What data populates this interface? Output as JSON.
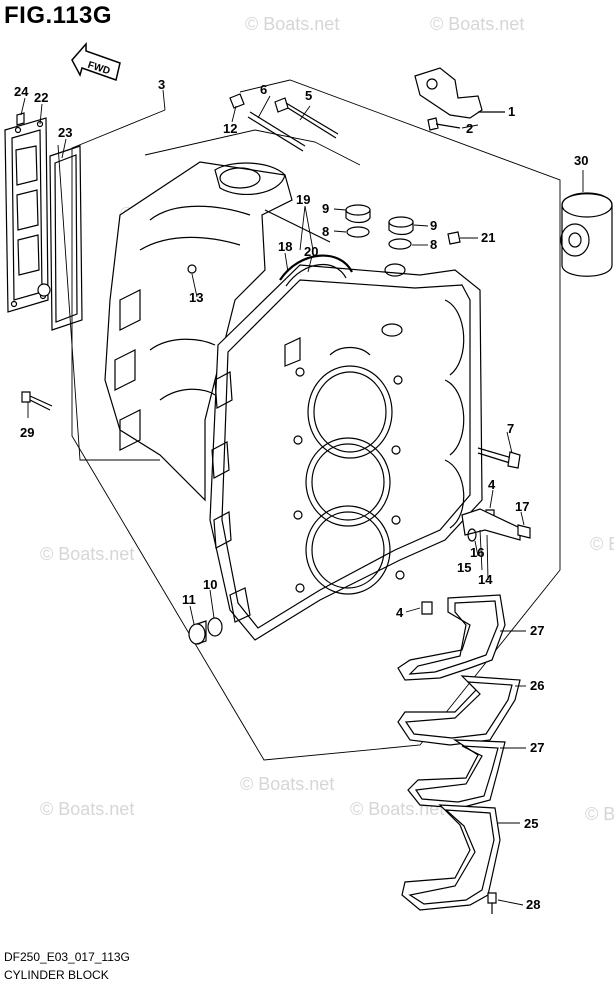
{
  "figure": {
    "title": "FIG.113G",
    "code": "DF250_E03_017_113G",
    "caption": "CYLINDER BLOCK"
  },
  "direction_arrow": {
    "label": "FWD",
    "icon": "forward-arrow-icon"
  },
  "watermark": {
    "text": "© Boats.net"
  },
  "callouts": {
    "c1": "1",
    "c2": "2",
    "c3": "3",
    "c4a": "4",
    "c4b": "4",
    "c5": "5",
    "c6": "6",
    "c7": "7",
    "c8a": "8",
    "c8b": "8",
    "c9a": "9",
    "c9b": "9",
    "c10": "10",
    "c11": "11",
    "c12": "12",
    "c13": "13",
    "c14": "14",
    "c15": "15",
    "c16": "16",
    "c17": "17",
    "c18": "18",
    "c19": "19",
    "c20": "20",
    "c21": "21",
    "c22": "22",
    "c23": "23",
    "c24": "24",
    "c25": "25",
    "c26": "26",
    "c27a": "27",
    "c27b": "27",
    "c28": "28",
    "c29": "29",
    "c30": "30"
  }
}
